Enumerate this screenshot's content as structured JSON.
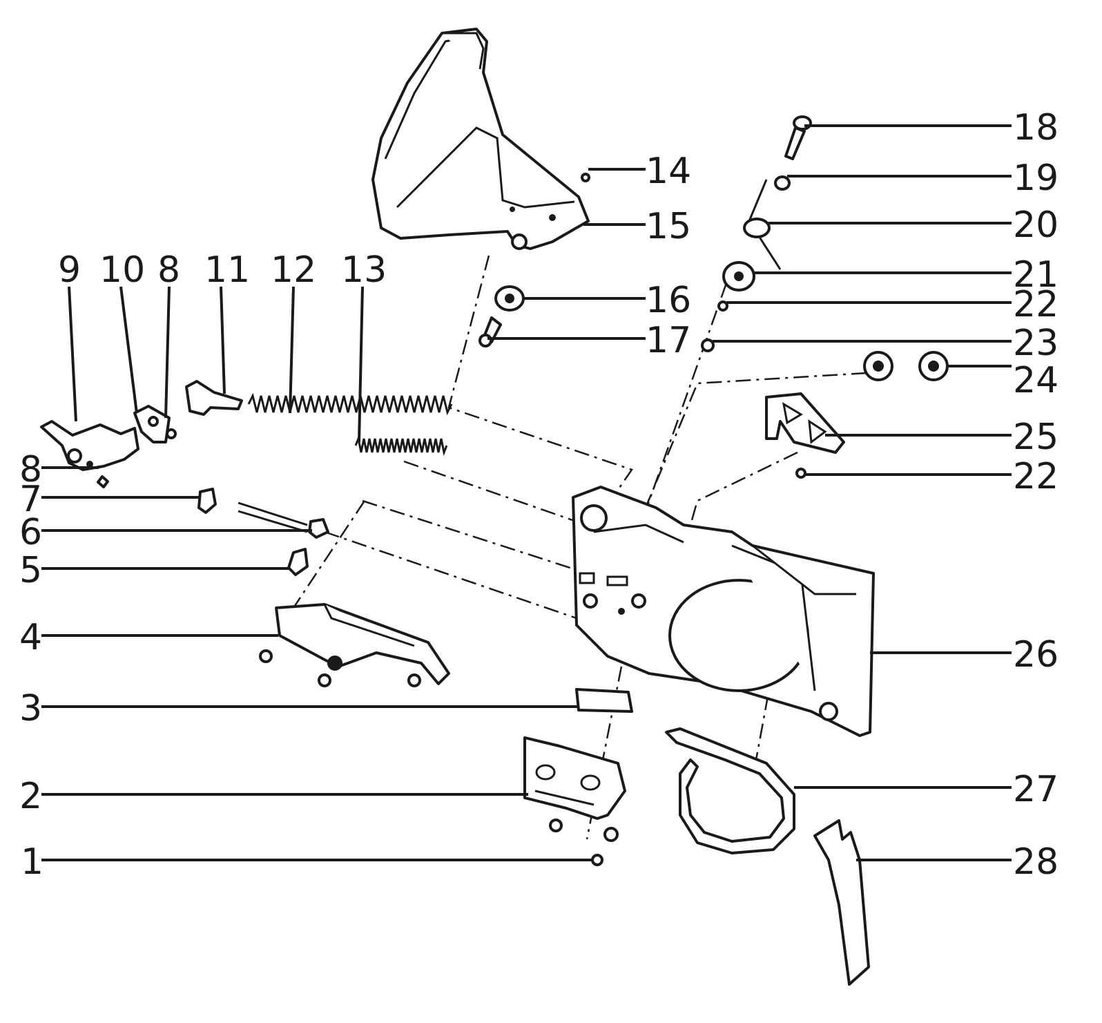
{
  "callouts": [
    {
      "id": "c1",
      "label": "1"
    },
    {
      "id": "c2",
      "label": "2"
    },
    {
      "id": "c3",
      "label": "3"
    },
    {
      "id": "c4",
      "label": "4"
    },
    {
      "id": "c5",
      "label": "5"
    },
    {
      "id": "c6",
      "label": "6"
    },
    {
      "id": "c7",
      "label": "7"
    },
    {
      "id": "c8a",
      "label": "8"
    },
    {
      "id": "c8b",
      "label": "8"
    },
    {
      "id": "c9",
      "label": "9"
    },
    {
      "id": "c10",
      "label": "10"
    },
    {
      "id": "c11",
      "label": "11"
    },
    {
      "id": "c12",
      "label": "12"
    },
    {
      "id": "c13",
      "label": "13"
    },
    {
      "id": "c14",
      "label": "14"
    },
    {
      "id": "c15",
      "label": "15"
    },
    {
      "id": "c16",
      "label": "16"
    },
    {
      "id": "c17",
      "label": "17"
    },
    {
      "id": "c18",
      "label": "18"
    },
    {
      "id": "c19",
      "label": "19"
    },
    {
      "id": "c20",
      "label": "20"
    },
    {
      "id": "c21",
      "label": "21"
    },
    {
      "id": "c22a",
      "label": "22"
    },
    {
      "id": "c22b",
      "label": "22"
    },
    {
      "id": "c23",
      "label": "23"
    },
    {
      "id": "c24",
      "label": "24"
    },
    {
      "id": "c25",
      "label": "25"
    },
    {
      "id": "c26",
      "label": "26"
    },
    {
      "id": "c27",
      "label": "27"
    },
    {
      "id": "c28",
      "label": "28"
    }
  ]
}
